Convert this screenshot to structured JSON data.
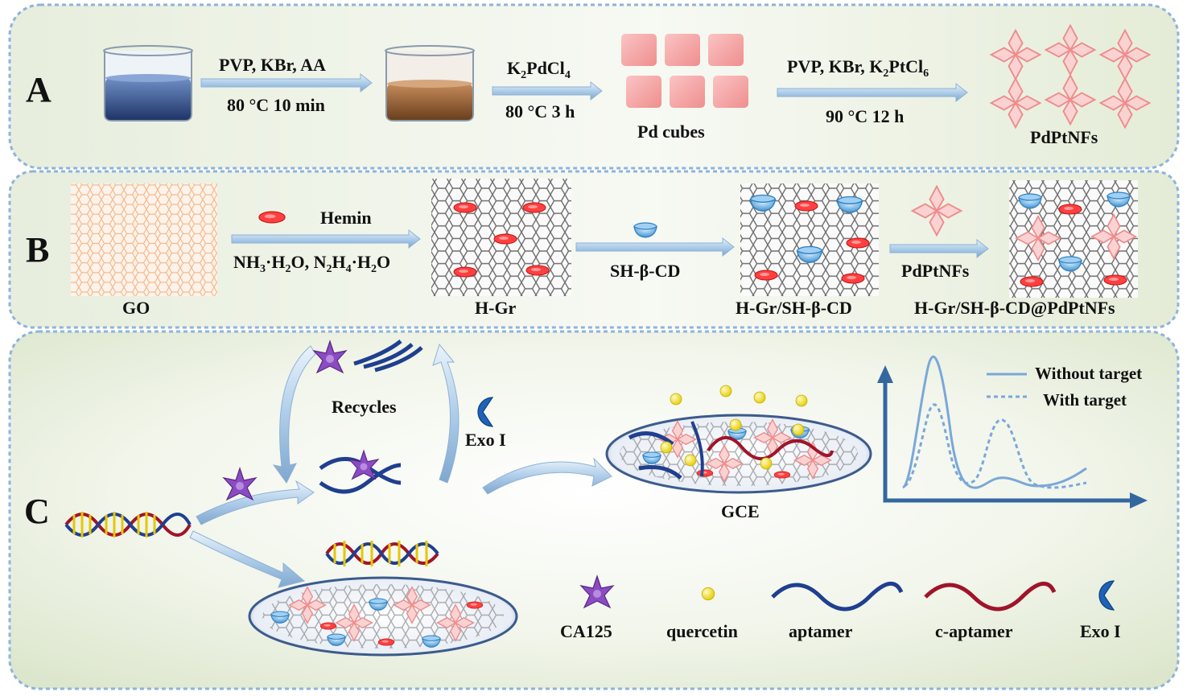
{
  "panels": {
    "a": {
      "letter": "A",
      "step1_top": "PVP, KBr, AA",
      "step1_bottom": "80 °C 10 min",
      "step2_top_main": "K",
      "step2_top_sub1": "2",
      "step2_top_mid": "PdCl",
      "step2_top_sub2": "4",
      "step2_bottom": "80 °C 3 h",
      "pd_cubes": "Pd cubes",
      "step3_top_main": "PVP, KBr, K",
      "step3_top_sub1": "2",
      "step3_top_mid": "PtCl",
      "step3_top_sub2": "6",
      "step3_bottom": "90 °C 12 h",
      "product": "PdPtNFs"
    },
    "b": {
      "letter": "B",
      "go": "GO",
      "hemin": "Hemin",
      "reagent_a": "NH",
      "reagent_a_sub": "3",
      "reagent_b": "·H",
      "reagent_b_sub": "2",
      "reagent_c": "O, N",
      "reagent_c_sub": "2",
      "reagent_d": "H",
      "reagent_d_sub": "4",
      "reagent_e": "·H",
      "reagent_e_sub": "2",
      "reagent_f": "O",
      "hgr": "H-Gr",
      "shcd": "SH-β-CD",
      "hgr_shcd": "H-Gr/SH-β-CD",
      "pdptnfs": "PdPtNFs",
      "final": "H-Gr/SH-β-CD@PdPtNFs"
    },
    "c": {
      "letter": "C",
      "recycles": "Recycles",
      "exo": "Exo I",
      "gce": "GCE",
      "legend_without": "Without target",
      "legend_with": "With target",
      "key": {
        "ca125": "CA125",
        "quercetin": "quercetin",
        "aptamer": "aptamer",
        "c_aptamer": "c-aptamer",
        "exo": "Exo I"
      }
    }
  },
  "colors": {
    "panel_fill": "#e9efdf",
    "panel_border": "#8eb3dc",
    "arrow": "#b8d4ef",
    "flower": "#f08a8a",
    "cube": "#f4a3a3",
    "aptamer": "#1f3f8f",
    "c_aptamer": "#a0142a",
    "star": "#7b3fa6",
    "quercetin": "#f2e21a",
    "axis": "#34679e",
    "curve": "#7aa7da"
  }
}
